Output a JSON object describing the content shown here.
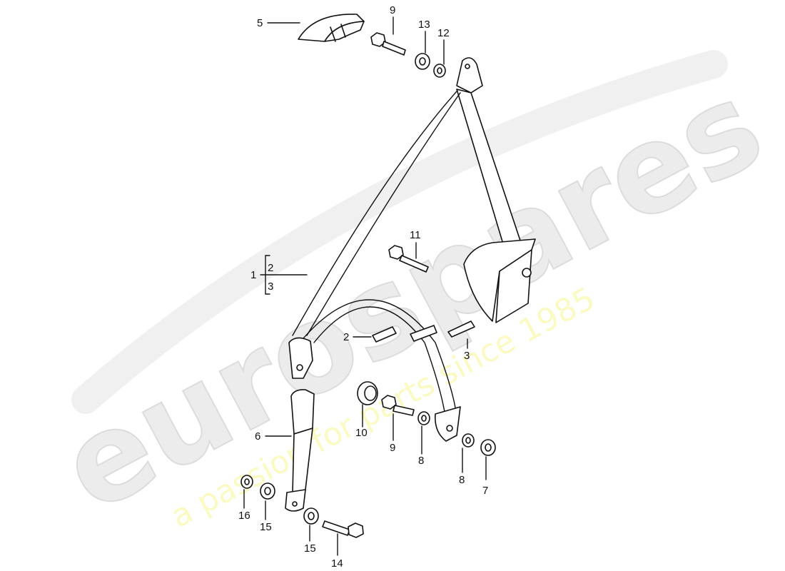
{
  "diagram": {
    "type": "exploded parts diagram",
    "subject": "seat belt assembly",
    "watermark": {
      "brand": "eurospares",
      "tagline": "a passion for parts since 1985",
      "brand_color": "#ececec",
      "tagline_color": "#fafac4"
    },
    "callouts": [
      {
        "id": "c5",
        "label": "5",
        "part": "cover"
      },
      {
        "id": "c9a",
        "label": "9",
        "part": "bolt (top)"
      },
      {
        "id": "c13",
        "label": "13",
        "part": "spacer washer"
      },
      {
        "id": "c12",
        "label": "12",
        "part": "washer"
      },
      {
        "id": "c11",
        "label": "11",
        "part": "bolt (retractor)"
      },
      {
        "id": "c1",
        "label": "1",
        "part": "seat belt assembly"
      },
      {
        "id": "c1_2",
        "label": "2",
        "part": "bracket group item"
      },
      {
        "id": "c1_3",
        "label": "3",
        "part": "bracket group item"
      },
      {
        "id": "c2",
        "label": "2",
        "part": "clip"
      },
      {
        "id": "c3",
        "label": "3",
        "part": "clip"
      },
      {
        "id": "c6",
        "label": "6",
        "part": "buckle"
      },
      {
        "id": "c10",
        "label": "10",
        "part": "bushing"
      },
      {
        "id": "c9b",
        "label": "9",
        "part": "bolt (lower)"
      },
      {
        "id": "c8a",
        "label": "8",
        "part": "washer"
      },
      {
        "id": "c8b",
        "label": "8",
        "part": "washer"
      },
      {
        "id": "c7",
        "label": "7",
        "part": "washer"
      },
      {
        "id": "c16",
        "label": "16",
        "part": "washer"
      },
      {
        "id": "c15a",
        "label": "15",
        "part": "washer"
      },
      {
        "id": "c15b",
        "label": "15",
        "part": "washer"
      },
      {
        "id": "c14",
        "label": "14",
        "part": "bolt (buckle)"
      }
    ]
  }
}
